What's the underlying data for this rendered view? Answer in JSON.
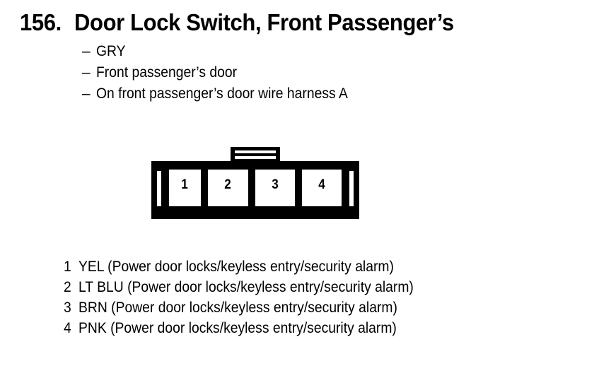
{
  "document": {
    "item_number": "156.",
    "title": "Door Lock Switch, Front Passenger’s",
    "background_color": "#ffffff",
    "ink_color": "#000000"
  },
  "details": {
    "dash": "–",
    "items": [
      {
        "label": "GRY"
      },
      {
        "label": "Front passenger’s door"
      },
      {
        "label": "On front passenger’s door wire harness A"
      }
    ]
  },
  "connector": {
    "name": "4-pin-connector-face-view",
    "pin_count": 4,
    "pins": [
      {
        "number": "1"
      },
      {
        "number": "2"
      },
      {
        "number": "3"
      },
      {
        "number": "4"
      }
    ],
    "latch": "top-center-tab-with-two-slots"
  },
  "pin_legend": {
    "rows": [
      {
        "number": "1",
        "text": "YEL (Power door locks/keyless entry/security alarm)"
      },
      {
        "number": "2",
        "text": "LT BLU (Power door locks/keyless entry/security alarm)"
      },
      {
        "number": "3",
        "text": "BRN (Power door locks/keyless entry/security alarm)"
      },
      {
        "number": "4",
        "text": "PNK (Power door locks/keyless entry/security alarm)"
      }
    ]
  }
}
